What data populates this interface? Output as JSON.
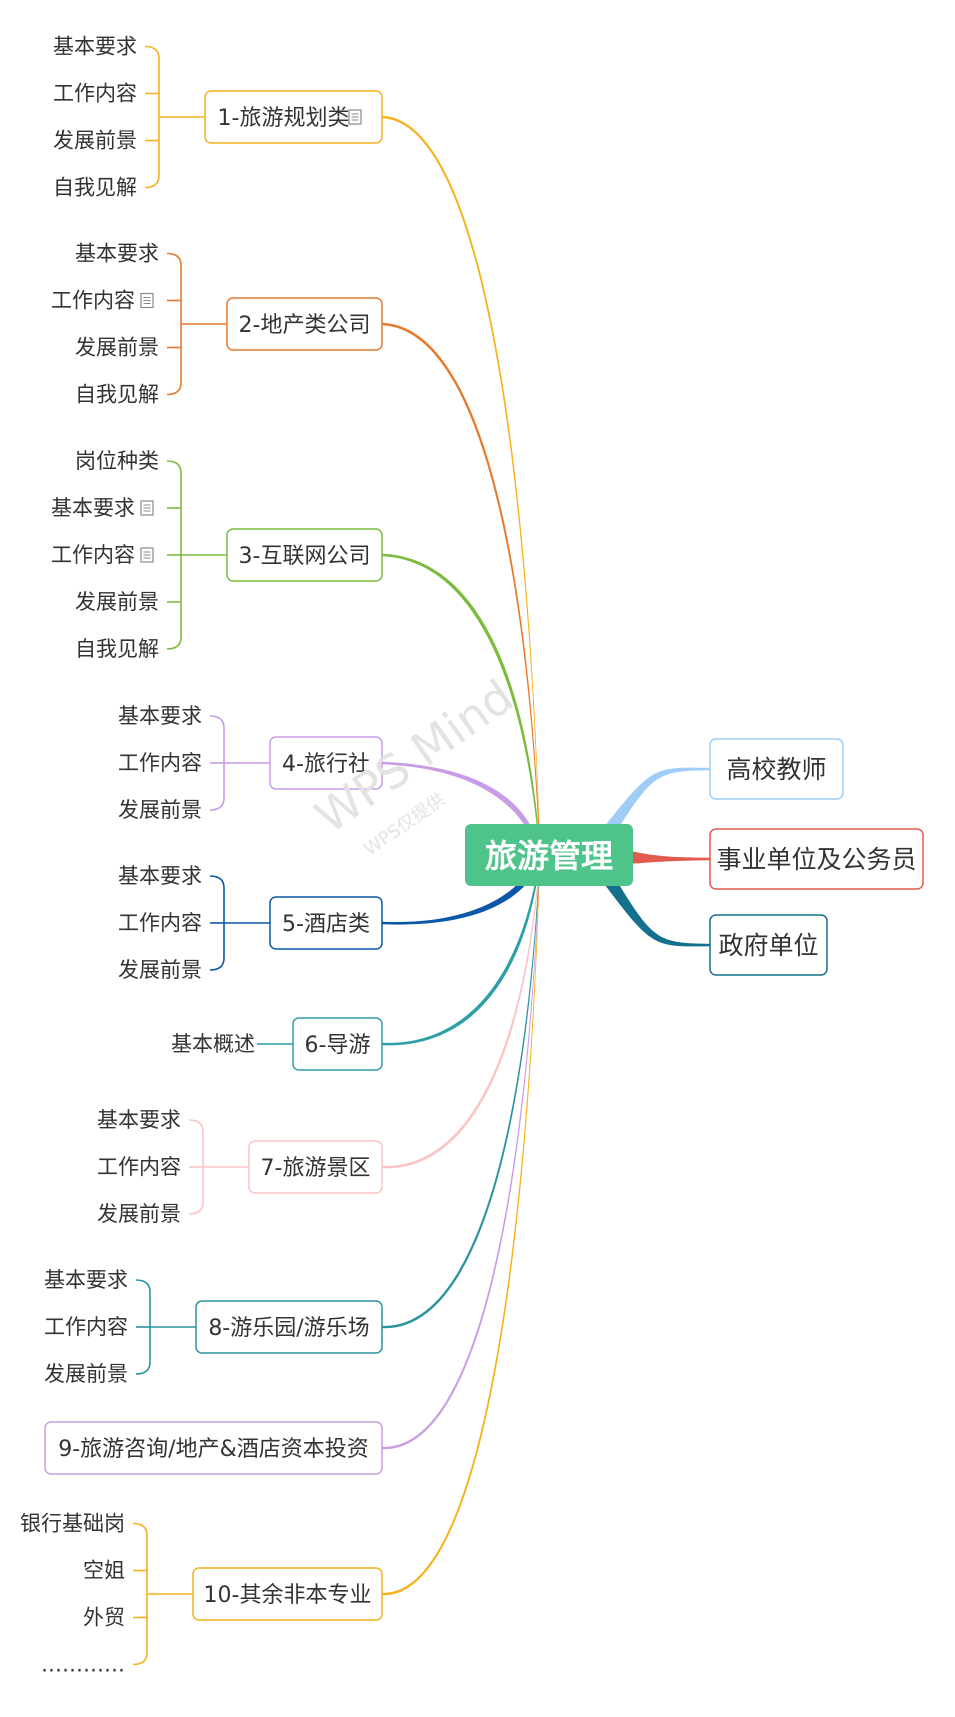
{
  "central": {
    "label": "旅游管理",
    "color": "#4ec38a"
  },
  "watermark": {
    "main": "WPS Mind",
    "sub": "WPS仅提供"
  },
  "note_icon": "note-icon",
  "left_branches": [
    {
      "label": "1-旅游规划类",
      "color": "#f6b21c",
      "note": true,
      "children": [
        {
          "label": "基本要求"
        },
        {
          "label": "工作内容"
        },
        {
          "label": "发展前景"
        },
        {
          "label": "自我见解"
        }
      ]
    },
    {
      "label": "2-地产类公司",
      "color": "#e67a2a",
      "note": false,
      "children": [
        {
          "label": "基本要求"
        },
        {
          "label": "工作内容",
          "note": true
        },
        {
          "label": "发展前景"
        },
        {
          "label": "自我见解"
        }
      ]
    },
    {
      "label": "3-互联网公司",
      "color": "#7dbb3f",
      "note": false,
      "children": [
        {
          "label": "岗位种类"
        },
        {
          "label": "基本要求",
          "note": true
        },
        {
          "label": "工作内容",
          "note": true
        },
        {
          "label": "发展前景"
        },
        {
          "label": "自我见解"
        }
      ]
    },
    {
      "label": "4-旅行社",
      "color": "#c99de6",
      "note": false,
      "children": [
        {
          "label": "基本要求"
        },
        {
          "label": "工作内容"
        },
        {
          "label": "发展前景"
        }
      ]
    },
    {
      "label": "5-酒店类",
      "color": "#0b58a8",
      "note": false,
      "children": [
        {
          "label": "基本要求"
        },
        {
          "label": "工作内容"
        },
        {
          "label": "发展前景"
        }
      ]
    },
    {
      "label": "6-导游",
      "color": "#2e9fa8",
      "note": false,
      "children": [
        {
          "label": "基本概述"
        }
      ]
    },
    {
      "label": "7-旅游景区",
      "color": "#fcc4c4",
      "note": false,
      "children": [
        {
          "label": "基本要求"
        },
        {
          "label": "工作内容"
        },
        {
          "label": "发展前景"
        }
      ]
    },
    {
      "label": "8-游乐园/游乐场",
      "color": "#2b93a0",
      "note": false,
      "children": [
        {
          "label": "基本要求"
        },
        {
          "label": "工作内容"
        },
        {
          "label": "发展前景"
        }
      ]
    },
    {
      "label": "9-旅游咨询/地产&酒店资本投资",
      "color": "#c89de6",
      "note": false,
      "children": []
    },
    {
      "label": "10-其余非本专业",
      "color": "#f6b21c",
      "note": false,
      "children": [
        {
          "label": "银行基础岗"
        },
        {
          "label": "空姐"
        },
        {
          "label": "外贸"
        },
        {
          "label": "…………"
        }
      ]
    }
  ],
  "right_branches": [
    {
      "label": "高校教师",
      "color": "#9fcdf6"
    },
    {
      "label": "事业单位及公务员",
      "color": "#e05a4e"
    },
    {
      "label": "政府单位",
      "color": "#14708c"
    }
  ]
}
